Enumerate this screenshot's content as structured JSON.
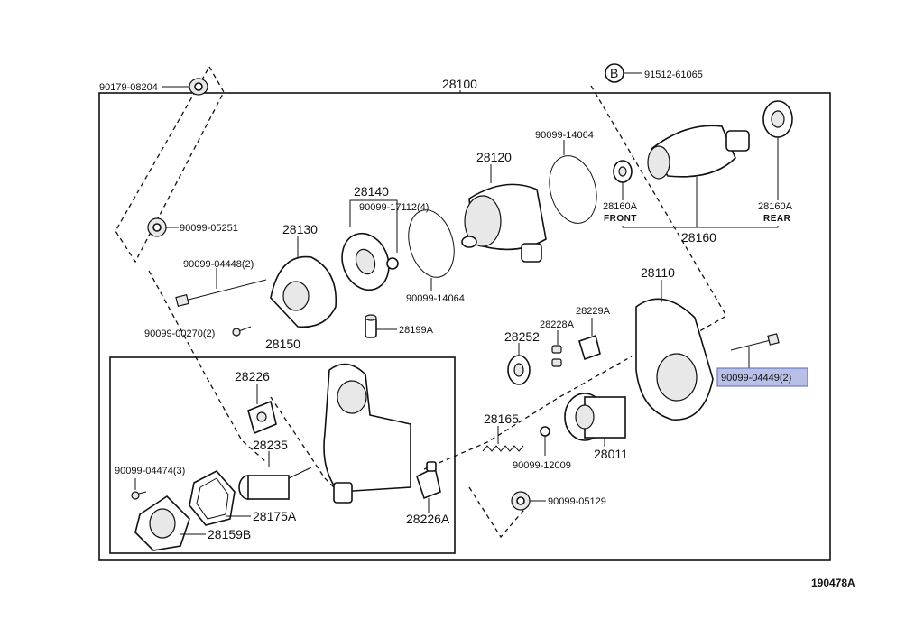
{
  "diagram": {
    "assembly_label": "28100",
    "sub_assembly_label": "28150",
    "figure_code": "190478A",
    "callout_b": "B",
    "part_labels": {
      "p90179_08204": "90179-08204",
      "p91512_61065": "91512-61065",
      "p90099_14064_top": "90099-14064",
      "p28120": "28120",
      "p28140": "28140",
      "p90099_17112": "90099-17112(4)",
      "p28130": "28130",
      "p90099_05251": "90099-05251",
      "p90099_04448": "90099-04448(2)",
      "p90099_14064_mid": "90099-14064",
      "p90099_00270": "90099-00270(2)",
      "p28199a": "28199A",
      "p28160a_front": "28160A",
      "p28160a_rear": "28160A",
      "p28160": "28160",
      "p28110": "28110",
      "p28229a": "28229A",
      "p28228a": "28228A",
      "p28252": "28252",
      "p90099_04449": "90099-04449(2)",
      "p28165": "28165",
      "p90099_12009": "90099-12009",
      "p28011": "28011",
      "p90099_05129": "90099-05129",
      "p28226": "28226",
      "p28235": "28235",
      "p90099_04474": "90099-04474(3)",
      "p28175a": "28175A",
      "p28159b": "28159B",
      "p28226a": "28226A"
    },
    "sub_labels": {
      "front": "FRONT",
      "rear": "REAR"
    },
    "highlight_color": "#b8c0e8"
  }
}
